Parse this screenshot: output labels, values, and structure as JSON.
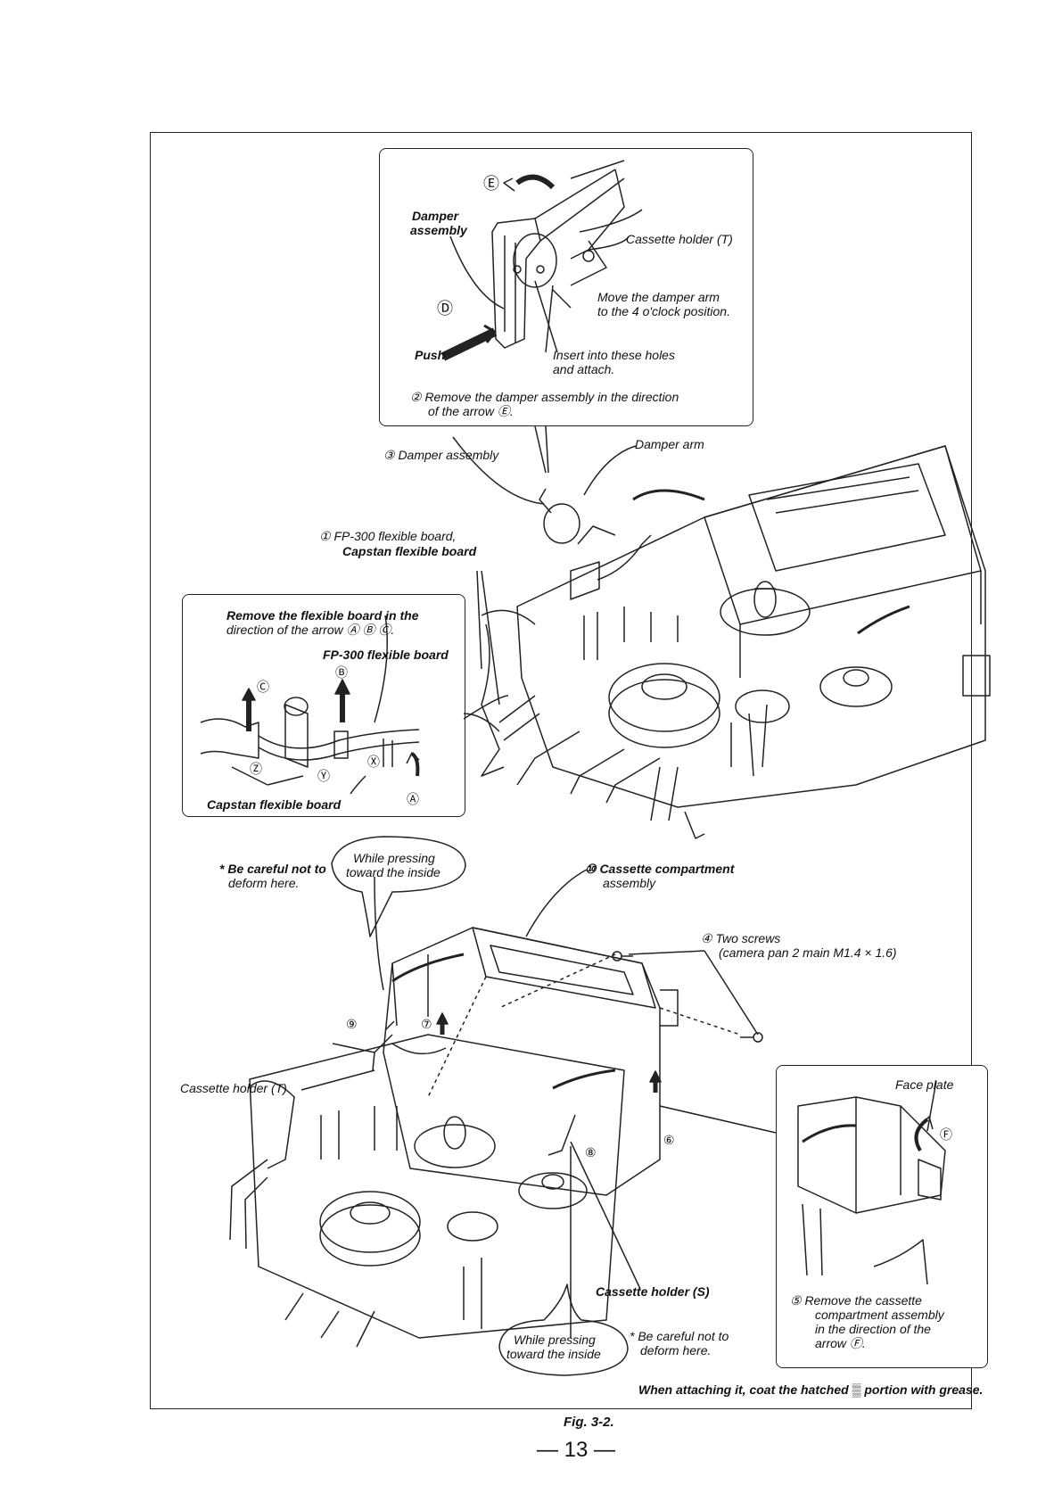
{
  "top_callout": {
    "marker_e": "Ⓔ",
    "damper_assembly": [
      "Damper",
      "assembly"
    ],
    "cassette_holder_t": "Cassette holder (T)",
    "move_arm": [
      "Move the damper arm",
      "to the 4 o'clock position."
    ],
    "marker_d": "Ⓓ",
    "push": "Push",
    "insert": [
      "Insert into these holes",
      "and attach."
    ],
    "step2": [
      "② Remove the damper assembly in the direction",
      "of the arrow Ⓔ."
    ]
  },
  "upper_labels": {
    "step3": "③ Damper assembly",
    "damper_arm": "Damper arm",
    "step1": [
      "① FP-300 flexible board,",
      "Capstan flexible board"
    ]
  },
  "left_callout": {
    "instruction": [
      "Remove the flexible board in the",
      "direction of the arrow Ⓐ Ⓑ Ⓒ."
    ],
    "fp300": "FP-300 flexible board",
    "capstan": "Capstan flexible board",
    "markers": {
      "a": "Ⓐ",
      "b": "Ⓑ",
      "c": "Ⓒ",
      "x": "Ⓧ",
      "y": "Ⓨ",
      "z": "Ⓩ"
    }
  },
  "lower_labels": {
    "careful_top": [
      "* Be careful not to",
      "deform here."
    ],
    "pressing_top": [
      "While pressing",
      "toward the inside"
    ],
    "step10": [
      "⑩ Cassette compartment",
      "assembly"
    ],
    "step4": [
      "④ Two screws",
      "(camera pan 2 main M1.4 × 1.6)"
    ],
    "step9": "⑨",
    "step7": "⑦",
    "step8": "⑧",
    "step6": "⑥",
    "cassette_holder_t": "Cassette holder (T)",
    "cassette_holder_s": "Cassette holder (S)",
    "pressing_bottom": [
      "While pressing",
      "toward the inside"
    ],
    "careful_bottom": [
      "* Be careful not to",
      "deform here."
    ]
  },
  "right_callout": {
    "face_plate": "Face plate",
    "marker_f": "Ⓕ",
    "step5": [
      "⑤ Remove the cassette",
      "compartment assembly",
      "in the direction of the",
      "arrow Ⓕ."
    ]
  },
  "grease_note": "When attaching it, coat the hatched ▒ portion with grease.",
  "figure_caption": "Fig. 3-2.",
  "page_number": "— 13 —"
}
